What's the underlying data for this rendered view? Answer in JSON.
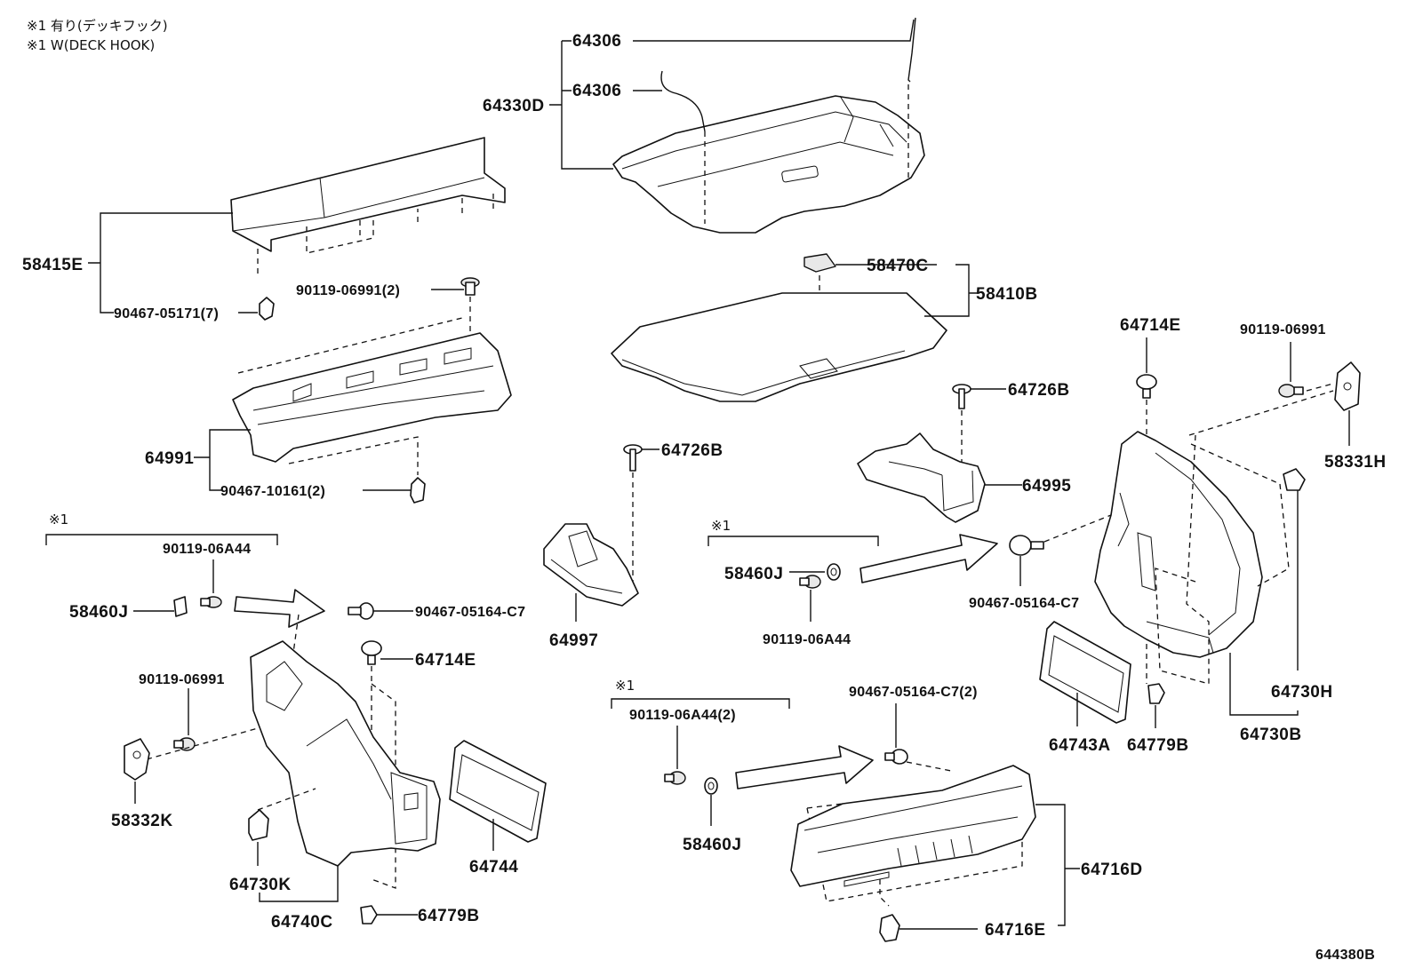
{
  "notes": {
    "line1": "※1 有り(デッキフック)",
    "line2": "※1 W(DECK HOOK)"
  },
  "group_marks": {
    "left": "※1",
    "middle_right": "※1",
    "bottom_middle": "※1"
  },
  "labels": {
    "p64306_a": "64306",
    "p64306_b": "64306",
    "p64330D": "64330D",
    "p58415E": "58415E",
    "p90467_05171": "90467-05171(7)",
    "p90119_06991_2": "90119-06991(2)",
    "p64991": "64991",
    "p90467_10161": "90467-10161(2)",
    "p58470C": "58470C",
    "p58410B": "58410B",
    "p64714E_r": "64714E",
    "p90119_06991_r": "90119-06991",
    "p64726B_r": "64726B",
    "p58331H": "58331H",
    "p64726B_m": "64726B",
    "p64995": "64995",
    "p90119_06A44_l": "90119-06A44",
    "p58460J_l": "58460J",
    "p90467_05164_l": "90467-05164-C7",
    "p64997": "64997",
    "p58460J_m": "58460J",
    "p90119_06A44_m": "90119-06A44",
    "p90467_05164_r": "90467-05164-C7",
    "p64730H": "64730H",
    "p64743A": "64743A",
    "p64779B_r": "64779B",
    "p64730B": "64730B",
    "p90119_06991_l": "90119-06991",
    "p64714E_l": "64714E",
    "p58332K": "58332K",
    "p64744": "64744",
    "p64730K": "64730K",
    "p64779B_l": "64779B",
    "p64740C": "64740C",
    "p90119_06A44_2": "90119-06A44(2)",
    "p58460J_b": "58460J",
    "p90467_05164_2": "90467-05164-C7(2)",
    "p64716D": "64716D",
    "p64716E": "64716E"
  },
  "diagram_id": "644380B"
}
